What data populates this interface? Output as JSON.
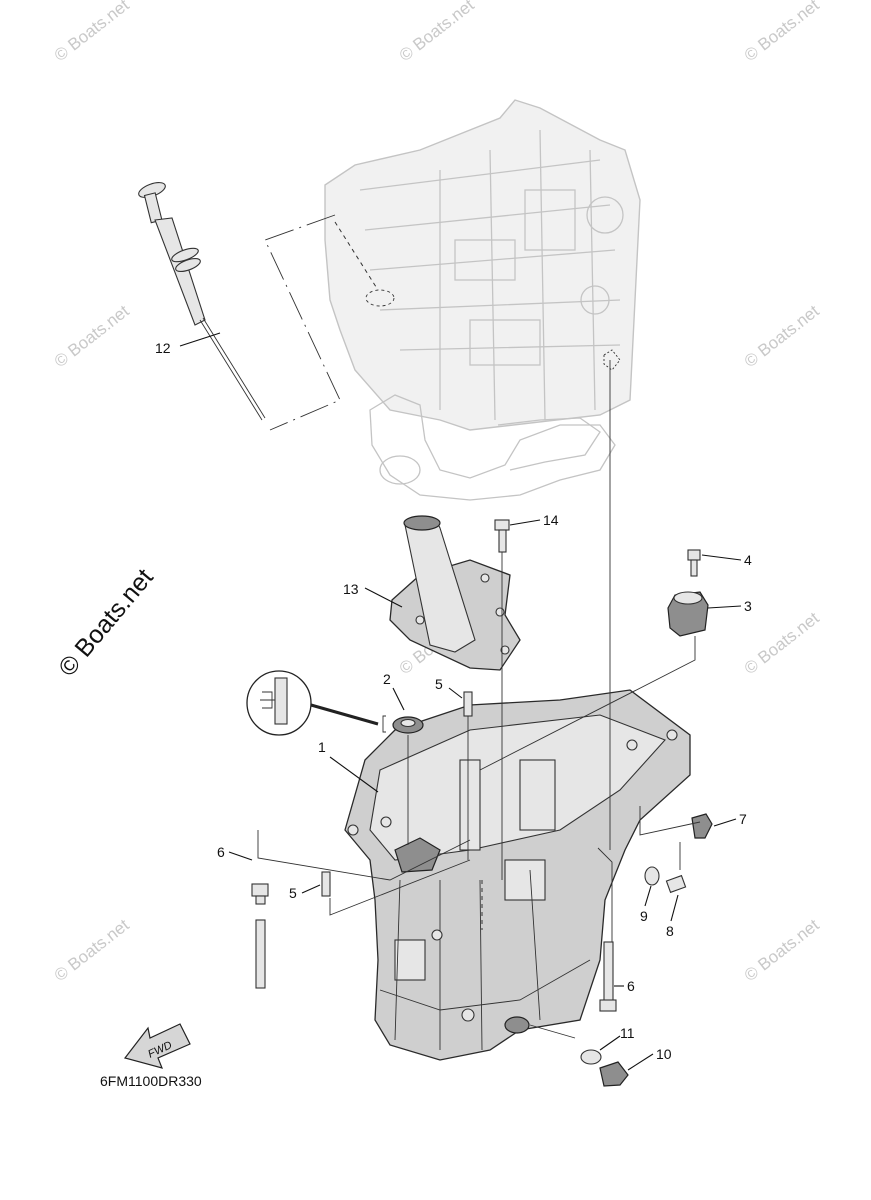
{
  "diagram": {
    "drawing_code": "6FM1100DR330",
    "direction_arrow_label": "FWD",
    "watermark_main": "© Boats.net",
    "watermark_repeat": "© Boats.net",
    "callouts": {
      "c1": "1",
      "c2": "2",
      "c3": "3",
      "c4": "4",
      "c5a": "5",
      "c5b": "5",
      "c6a": "6",
      "c6b": "6",
      "c7": "7",
      "c8": "8",
      "c9": "9",
      "c10": "10",
      "c11": "11",
      "c12": "12",
      "c13": "13",
      "c14": "14"
    }
  }
}
